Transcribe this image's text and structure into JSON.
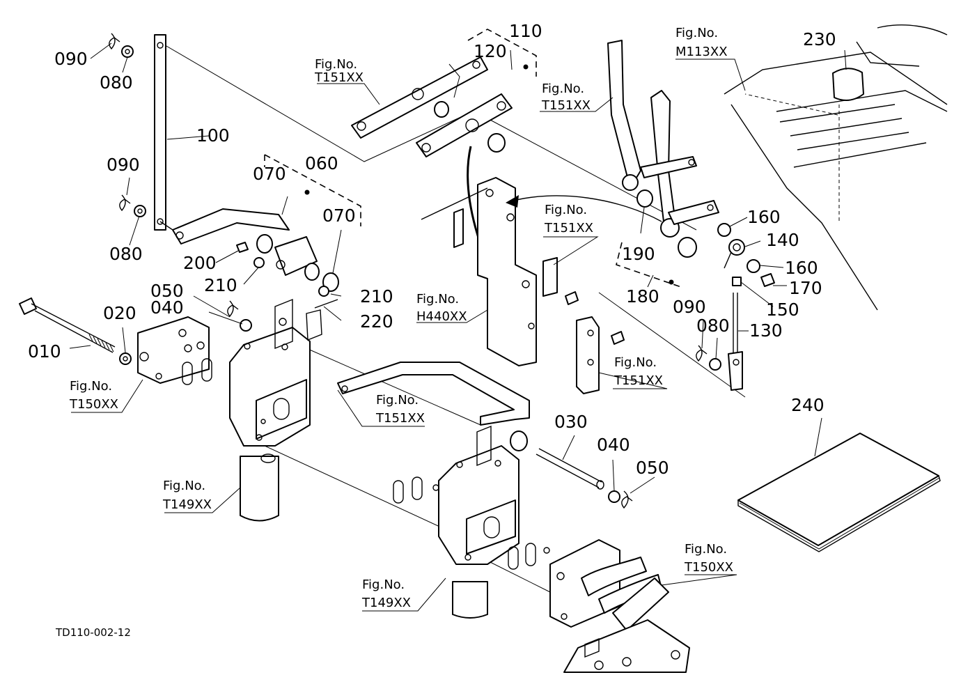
{
  "diagram": {
    "doc_code": "TD110-002-12",
    "part_labels": [
      "010",
      "020",
      "030",
      "040",
      "040",
      "050",
      "050",
      "060",
      "070",
      "070",
      "080",
      "080",
      "080",
      "090",
      "090",
      "090",
      "100",
      "110",
      "120",
      "130",
      "140",
      "150",
      "160",
      "160",
      "170",
      "180",
      "190",
      "200",
      "210",
      "210",
      "220",
      "230",
      "240"
    ],
    "fig_refs": [
      {
        "top": "Fig.No.",
        "bottom": "T151XX"
      },
      {
        "top": "Fig.No.",
        "bottom": "T151XX"
      },
      {
        "top": "Fig.No.",
        "bottom": "M113XX"
      },
      {
        "top": "Fig.No.",
        "bottom": "T151XX"
      },
      {
        "top": "Fig.No.",
        "bottom": "H440XX"
      },
      {
        "top": "Fig.No.",
        "bottom": "T151XX"
      },
      {
        "top": "Fig.No.",
        "bottom": "T151XX"
      },
      {
        "top": "Fig.No.",
        "bottom": "T150XX"
      },
      {
        "top": "Fig.No.",
        "bottom": "T149XX"
      },
      {
        "top": "Fig.No.",
        "bottom": "T149XX"
      },
      {
        "top": "Fig.No.",
        "bottom": "T150XX"
      }
    ]
  }
}
